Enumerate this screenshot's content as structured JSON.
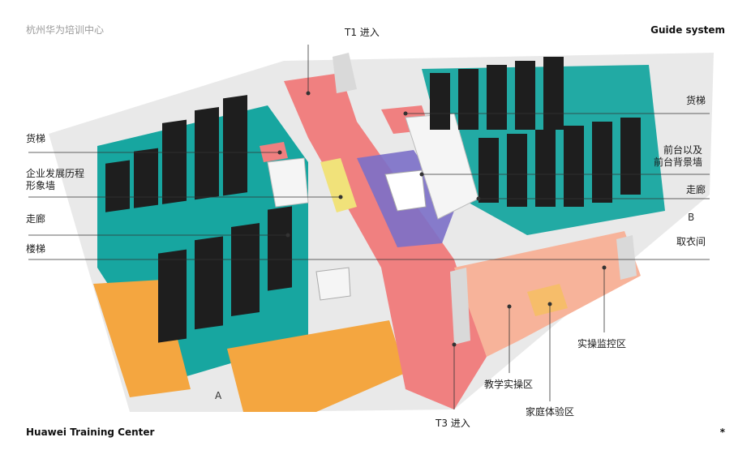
{
  "header": {
    "left_title": "杭州华为培训中心",
    "right_title": "Guide system"
  },
  "footer": {
    "left_title": "Huawei Training Center",
    "mark": "*"
  },
  "entrances": {
    "t1": "T1 进入",
    "t3": "T3 进入"
  },
  "zones": {
    "a": "A",
    "b": "B"
  },
  "left_labels": [
    "货梯",
    "企业发展历程",
    "形象墙",
    "走廊",
    "楼梯"
  ],
  "right_labels": {
    "freight_elevator": "货梯",
    "reception_line1": "前台以及",
    "reception_line2": "前台背景墙",
    "corridor": "走廊",
    "cloakroom": "取衣间"
  },
  "bottom_labels": {
    "monitoring": "实操监控区",
    "teaching": "教学实操区",
    "home_experience": "家庭体验区"
  },
  "colors": {
    "floor_teal": "#17a6a0",
    "corridor_red": "#f08080",
    "stair_orange": "#f4a640",
    "lab_salmon": "#f7b39a",
    "reception_purple": "#7b6fc8",
    "wall_grey": "#d9d9d9",
    "cabinet_black": "#1e1e1e",
    "wall_yellow": "#f1e27a"
  }
}
